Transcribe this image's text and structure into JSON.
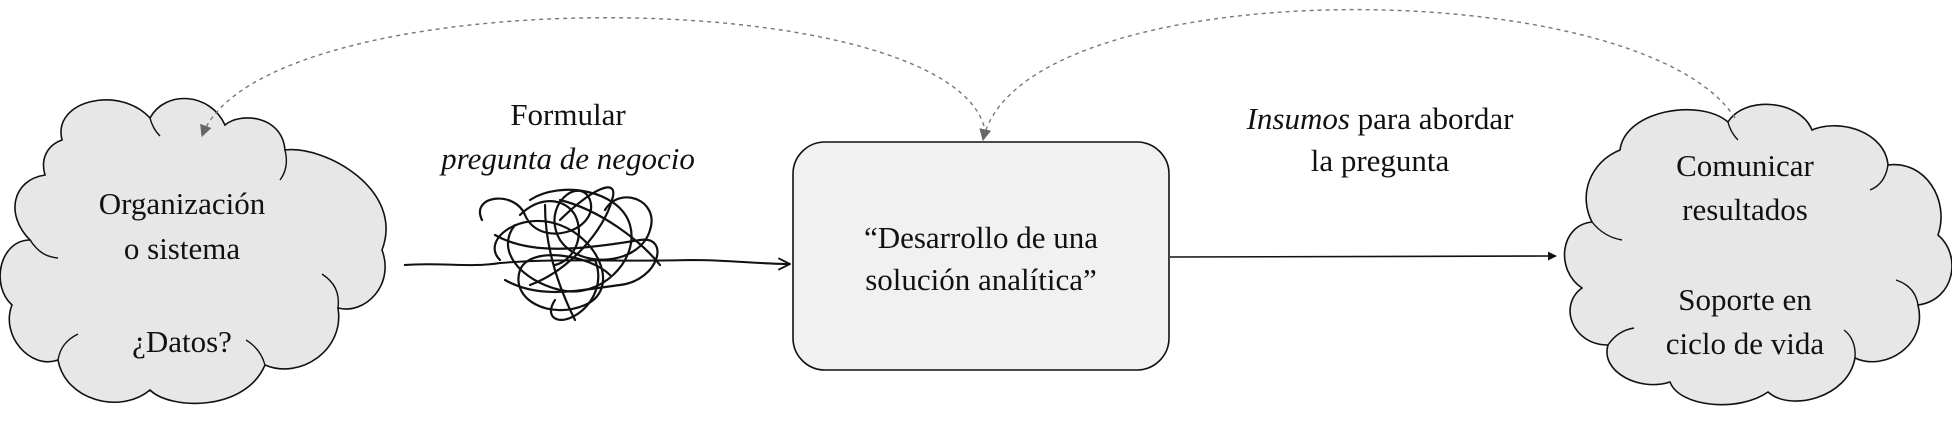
{
  "nodes": {
    "organization": {
      "line1": "Organización",
      "line2": "o sistema",
      "data_label": "¿Datos?"
    },
    "solution": {
      "line1": "“Desarrollo de una",
      "line2": "solución analítica”"
    },
    "communicate": {
      "line1": "Comunicar",
      "line2": "resultados",
      "support_line1": "Soporte en",
      "support_line2": "ciclo de vida"
    }
  },
  "edges": {
    "question": {
      "line1": "Formular",
      "line2": "pregunta de negocio"
    },
    "inputs": {
      "italic_part": "Insumos",
      "rest_part": " para abordar",
      "line2": "la pregunta"
    }
  },
  "colors": {
    "cloud_fill": "#e7e7e7",
    "box_fill": "#f1f1f1",
    "stroke": "#111111",
    "dashed_arrow": "#777777"
  }
}
